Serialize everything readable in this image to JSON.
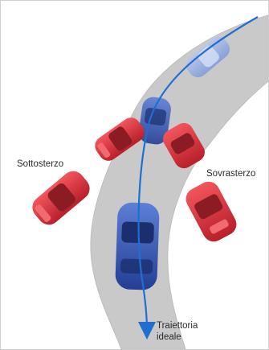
{
  "labels": {
    "understeer": "Sottosterzo",
    "oversteer": "Sovrasterzo",
    "ideal_line_1": "Traiettoria",
    "ideal_line_2": "ideale"
  },
  "colors": {
    "road": "#c9c9c9",
    "road_edge": "#bdbdbd",
    "trajectory": "#1f6fd1",
    "car_blue": "#2f55b0",
    "car_red": "#e0343c"
  }
}
